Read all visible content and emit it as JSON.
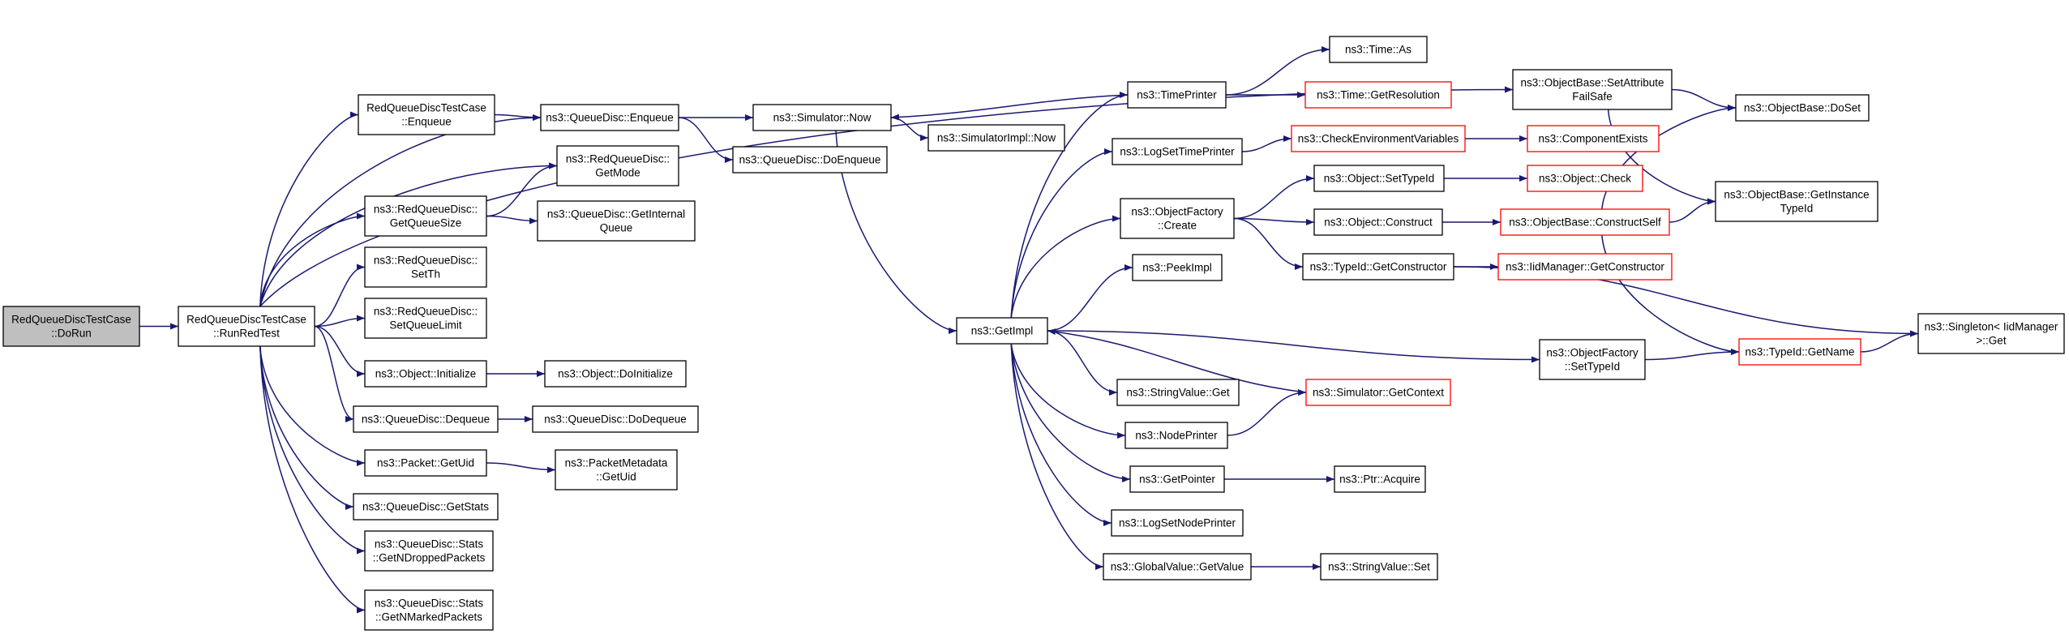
{
  "graph": {
    "edge_color": "#191970",
    "truncated_border_color": "#ff0000",
    "current_fill": "#bfbfbf",
    "nodes": [
      {
        "id": "n0",
        "lines": [
          "RedQueueDiscTestCase",
          "::DoRun"
        ],
        "current": true
      },
      {
        "id": "n1",
        "lines": [
          "RedQueueDiscTestCase",
          "::RunRedTest"
        ]
      },
      {
        "id": "n2",
        "lines": [
          "RedQueueDiscTestCase",
          "::Enqueue"
        ]
      },
      {
        "id": "n3",
        "lines": [
          "ns3::RedQueueDisc::",
          "GetQueueSize"
        ]
      },
      {
        "id": "n4",
        "lines": [
          "ns3::RedQueueDisc::",
          "SetTh"
        ]
      },
      {
        "id": "n5",
        "lines": [
          "ns3::RedQueueDisc::",
          "SetQueueLimit"
        ]
      },
      {
        "id": "n6",
        "lines": [
          "ns3::Object::Initialize"
        ]
      },
      {
        "id": "n7",
        "lines": [
          "ns3::QueueDisc::Dequeue"
        ]
      },
      {
        "id": "n8",
        "lines": [
          "ns3::Packet::GetUid"
        ]
      },
      {
        "id": "n9",
        "lines": [
          "ns3::QueueDisc::GetStats"
        ]
      },
      {
        "id": "n10",
        "lines": [
          "ns3::QueueDisc::Stats",
          "::GetNDroppedPackets"
        ]
      },
      {
        "id": "n11",
        "lines": [
          "ns3::QueueDisc::Stats",
          "::GetNMarkedPackets"
        ]
      },
      {
        "id": "n12",
        "lines": [
          "ns3::QueueDisc::Enqueue"
        ]
      },
      {
        "id": "n13",
        "lines": [
          "ns3::RedQueueDisc::",
          "GetMode"
        ]
      },
      {
        "id": "n14",
        "lines": [
          "ns3::QueueDisc::GetInternal",
          "Queue"
        ]
      },
      {
        "id": "n15",
        "lines": [
          "ns3::Object::DoInitialize"
        ]
      },
      {
        "id": "n16",
        "lines": [
          "ns3::QueueDisc::DoDequeue"
        ]
      },
      {
        "id": "n17",
        "lines": [
          "ns3::PacketMetadata",
          "::GetUid"
        ]
      },
      {
        "id": "n18",
        "lines": [
          "ns3::Simulator::Now"
        ]
      },
      {
        "id": "n19",
        "lines": [
          "ns3::QueueDisc::DoEnqueue"
        ]
      },
      {
        "id": "n20",
        "lines": [
          "ns3::SimulatorImpl::Now"
        ]
      },
      {
        "id": "n21",
        "lines": [
          "ns3::GetImpl"
        ]
      },
      {
        "id": "n22",
        "lines": [
          "ns3::TimePrinter"
        ]
      },
      {
        "id": "n23",
        "lines": [
          "ns3::LogSetTimePrinter"
        ]
      },
      {
        "id": "n24",
        "lines": [
          "ns3::ObjectFactory",
          "::Create"
        ]
      },
      {
        "id": "n25",
        "lines": [
          "ns3::PeekImpl"
        ]
      },
      {
        "id": "n26",
        "lines": [
          "ns3::StringValue::Get"
        ]
      },
      {
        "id": "n27",
        "lines": [
          "ns3::NodePrinter"
        ]
      },
      {
        "id": "n28",
        "lines": [
          "ns3::GetPointer"
        ]
      },
      {
        "id": "n29",
        "lines": [
          "ns3::LogSetNodePrinter"
        ]
      },
      {
        "id": "n30",
        "lines": [
          "ns3::GlobalValue::GetValue"
        ]
      },
      {
        "id": "n31",
        "lines": [
          "ns3::Time::As"
        ]
      },
      {
        "id": "n32",
        "lines": [
          "ns3::Time::GetResolution"
        ],
        "truncated": true
      },
      {
        "id": "n33",
        "lines": [
          "ns3::CheckEnvironmentVariables"
        ],
        "truncated": true
      },
      {
        "id": "n34",
        "lines": [
          "ns3::Object::SetTypeId"
        ]
      },
      {
        "id": "n35",
        "lines": [
          "ns3::Object::Construct"
        ]
      },
      {
        "id": "n36",
        "lines": [
          "ns3::TypeId::GetConstructor"
        ]
      },
      {
        "id": "n37",
        "lines": [
          "ns3::Simulator::GetContext"
        ],
        "truncated": true
      },
      {
        "id": "n38",
        "lines": [
          "ns3::Ptr::Acquire"
        ]
      },
      {
        "id": "n39",
        "lines": [
          "ns3::StringValue::Set"
        ]
      },
      {
        "id": "n40",
        "lines": [
          "ns3::ComponentExists"
        ],
        "truncated": true
      },
      {
        "id": "n41",
        "lines": [
          "ns3::Object::Check"
        ],
        "truncated": true
      },
      {
        "id": "n42",
        "lines": [
          "ns3::ObjectBase::ConstructSelf"
        ],
        "truncated": true
      },
      {
        "id": "n43",
        "lines": [
          "ns3::IidManager::GetConstructor"
        ],
        "truncated": true
      },
      {
        "id": "n44",
        "lines": [
          "ns3::ObjectFactory",
          "::SetTypeId"
        ]
      },
      {
        "id": "n45",
        "lines": [
          "ns3::ObjectBase::SetAttribute",
          "FailSafe"
        ]
      },
      {
        "id": "n46",
        "lines": [
          "ns3::ObjectBase::DoSet"
        ]
      },
      {
        "id": "n47",
        "lines": [
          "ns3::ObjectBase::GetInstance",
          "TypeId"
        ]
      },
      {
        "id": "n48",
        "lines": [
          "ns3::TypeId::GetName"
        ],
        "truncated": true
      },
      {
        "id": "n49",
        "lines": [
          "ns3::Singleton< IidManager",
          " >::Get"
        ]
      }
    ],
    "edges": [
      {
        "from": "n0",
        "to": "n1"
      },
      {
        "from": "n1",
        "to": "n2"
      },
      {
        "from": "n1",
        "to": "n3"
      },
      {
        "from": "n1",
        "to": "n4"
      },
      {
        "from": "n1",
        "to": "n5"
      },
      {
        "from": "n1",
        "to": "n6"
      },
      {
        "from": "n1",
        "to": "n7"
      },
      {
        "from": "n1",
        "to": "n8"
      },
      {
        "from": "n1",
        "to": "n9"
      },
      {
        "from": "n1",
        "to": "n10"
      },
      {
        "from": "n1",
        "to": "n11"
      },
      {
        "from": "n1",
        "to": "n12"
      },
      {
        "from": "n1",
        "to": "n13"
      },
      {
        "from": "n1",
        "to": "n45"
      },
      {
        "from": "n2",
        "to": "n12"
      },
      {
        "from": "n3",
        "to": "n13"
      },
      {
        "from": "n3",
        "to": "n14"
      },
      {
        "from": "n6",
        "to": "n15"
      },
      {
        "from": "n7",
        "to": "n16"
      },
      {
        "from": "n8",
        "to": "n17"
      },
      {
        "from": "n12",
        "to": "n18"
      },
      {
        "from": "n12",
        "to": "n19"
      },
      {
        "from": "n18",
        "to": "n20"
      },
      {
        "from": "n18",
        "to": "n21"
      },
      {
        "from": "n22",
        "to": "n18"
      },
      {
        "from": "n21",
        "to": "n22"
      },
      {
        "from": "n21",
        "to": "n23"
      },
      {
        "from": "n21",
        "to": "n24"
      },
      {
        "from": "n21",
        "to": "n25"
      },
      {
        "from": "n21",
        "to": "n26"
      },
      {
        "from": "n21",
        "to": "n27"
      },
      {
        "from": "n21",
        "to": "n28"
      },
      {
        "from": "n21",
        "to": "n29"
      },
      {
        "from": "n21",
        "to": "n30"
      },
      {
        "from": "n21",
        "to": "n44"
      },
      {
        "from": "n22",
        "to": "n31"
      },
      {
        "from": "n22",
        "to": "n32"
      },
      {
        "from": "n23",
        "to": "n33"
      },
      {
        "from": "n33",
        "to": "n40"
      },
      {
        "from": "n24",
        "to": "n34"
      },
      {
        "from": "n24",
        "to": "n35"
      },
      {
        "from": "n24",
        "to": "n36"
      },
      {
        "from": "n34",
        "to": "n41"
      },
      {
        "from": "n35",
        "to": "n42"
      },
      {
        "from": "n36",
        "to": "n43"
      },
      {
        "from": "n36",
        "to": "n49"
      },
      {
        "from": "n42",
        "to": "n46"
      },
      {
        "from": "n42",
        "to": "n47"
      },
      {
        "from": "n42",
        "to": "n48"
      },
      {
        "from": "n27",
        "to": "n37"
      },
      {
        "from": "n37",
        "to": "n21"
      },
      {
        "from": "n28",
        "to": "n38"
      },
      {
        "from": "n30",
        "to": "n39"
      },
      {
        "from": "n44",
        "to": "n48"
      },
      {
        "from": "n48",
        "to": "n49"
      },
      {
        "from": "n45",
        "to": "n46"
      },
      {
        "from": "n45",
        "to": "n47"
      }
    ]
  }
}
